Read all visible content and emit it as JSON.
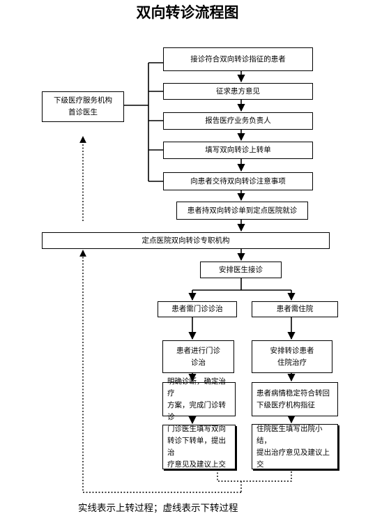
{
  "title": "双向转诊流程图",
  "steps": [
    "接诊符合双向转诊指征的患者",
    "征求患方意见",
    "报告医疗业务负责人",
    "填写双向转诊上转单",
    "向患者交待双向转诊注意事项"
  ],
  "primary_clinic": {
    "line1": "下级医疗服务机构",
    "line2": "首诊医生"
  },
  "patient_goes": "患者持双向转诊单到定点医院就诊",
  "referral_office": "定点医院双向转诊专职机构",
  "arrange_doctor": "安排医生接诊",
  "left_branch": {
    "header": "患者需门诊诊治",
    "treat_line1": "患者进行门诊",
    "treat_line2": "诊治",
    "diagnose": [
      "明确诊断，确定治疗",
      "方案，完成门诊转诊"
    ],
    "form": [
      "门诊医生填写双向",
      "转诊下转单，提出治",
      "疗意见及建议上交"
    ]
  },
  "right_branch": {
    "header": "患者需住院",
    "treat_line1": "安排转诊患者",
    "treat_line2": "住院治疗",
    "stable": [
      "患者病情稳定符合转回",
      "下级医疗机构指征"
    ],
    "summary": [
      "住院医生填写出院小结，",
      "提出治疗意见及建议上",
      "交"
    ]
  },
  "legend": "实线表示上转过程；虚线表示下转过程"
}
